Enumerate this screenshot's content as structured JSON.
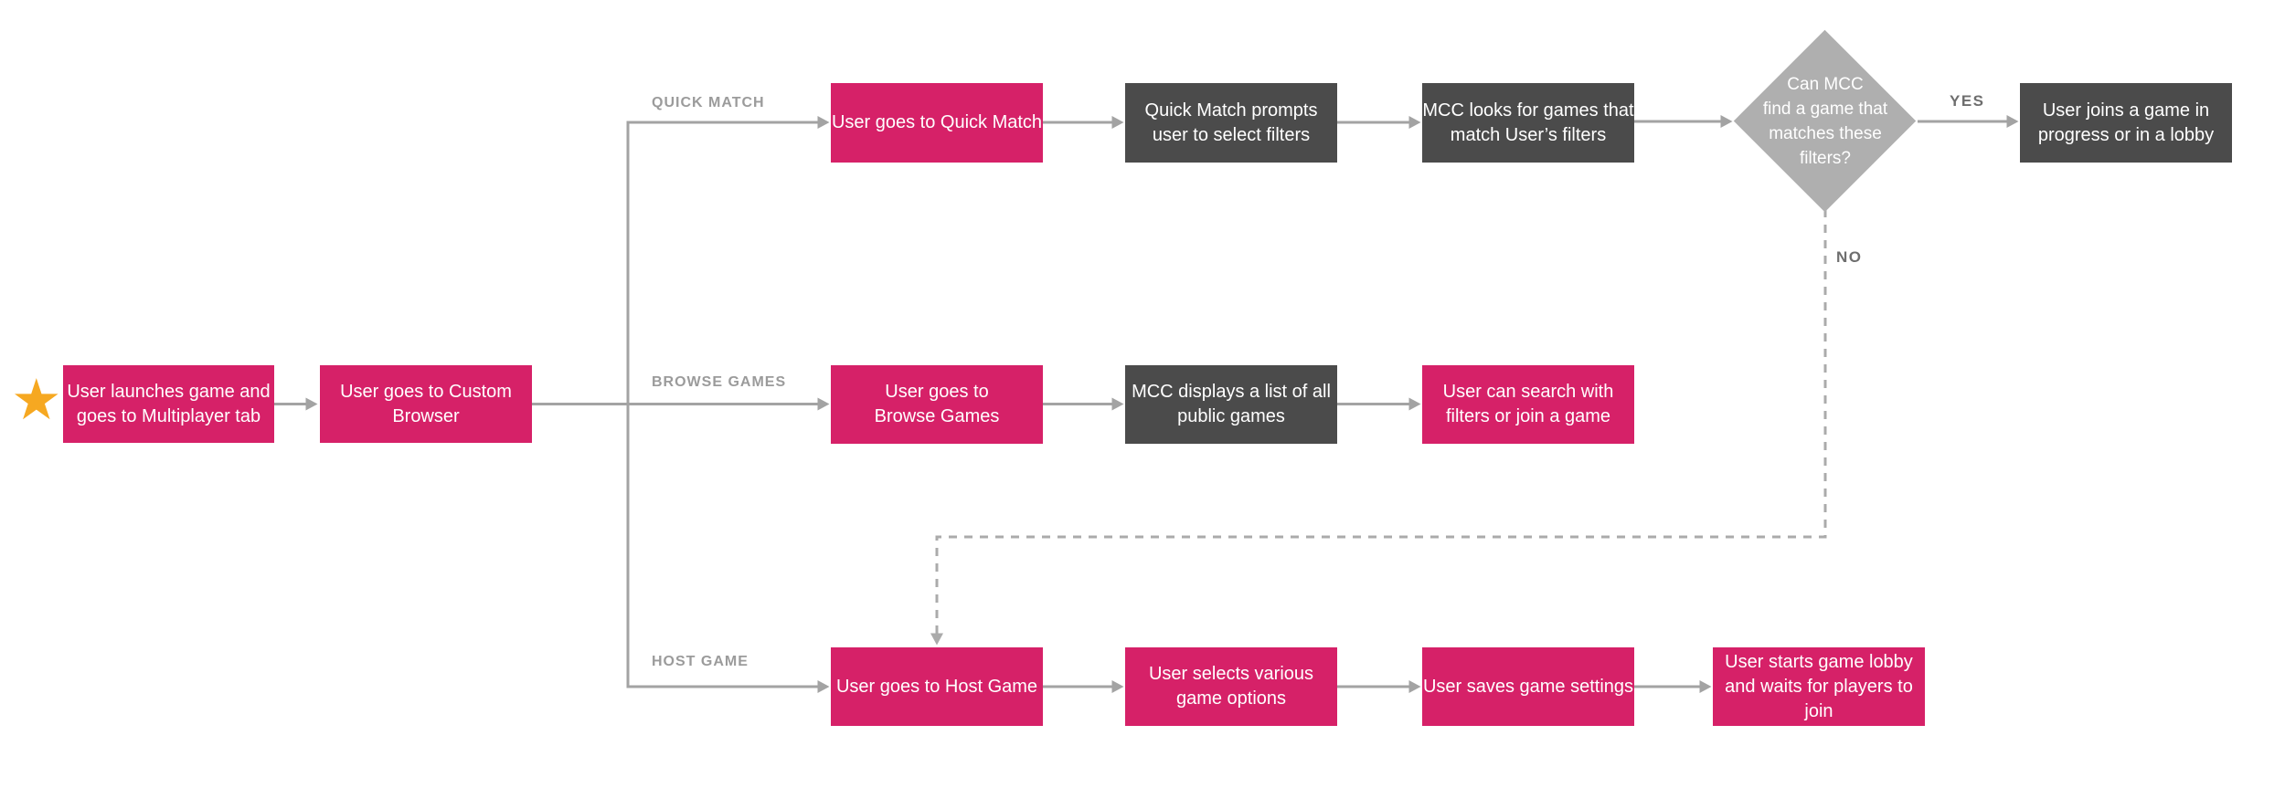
{
  "diagram": {
    "title_hidden": "",
    "palette": {
      "process_primary": "#D62168",
      "process_secondary": "#4B4B4B",
      "decision_fill": "#AFAFAF",
      "connector": "#A3A3A3",
      "connector_dashed": "#B1B1B1",
      "branch_label": "#9B9B9B",
      "edge_label": "#6E6E6E",
      "node_text": "#FFFFFF",
      "star": "#F6A821",
      "background": "#FFFFFF"
    },
    "start_marker": {
      "icon": "star-icon",
      "glyph": "★"
    },
    "branches": [
      {
        "label": "QUICK MATCH"
      },
      {
        "label": "BROWSE GAMES"
      },
      {
        "label": "HOST GAME"
      }
    ],
    "edge_labels": {
      "yes": "YES",
      "no": "NO"
    },
    "nodes": {
      "launch": {
        "type": "process-pink",
        "lines": [
          "User launches game and",
          "goes to Multiplayer tab"
        ]
      },
      "custom_browser": {
        "type": "process-pink",
        "lines": [
          "User goes to Custom",
          "Browser"
        ]
      },
      "quick_match": {
        "type": "process-pink",
        "lines": [
          "User goes to Quick Match"
        ]
      },
      "qm_prompts": {
        "type": "process-dark",
        "lines": [
          "Quick Match prompts",
          "user to select filters"
        ]
      },
      "mcc_looks": {
        "type": "process-dark",
        "lines": [
          "MCC looks for games that",
          "match User’s filters"
        ]
      },
      "decision": {
        "type": "decision",
        "lines": [
          "Can MCC",
          "find a game that",
          "matches these",
          "filters?"
        ]
      },
      "user_joins": {
        "type": "process-dark",
        "lines": [
          "User joins a game in",
          "progress or in a lobby"
        ]
      },
      "browse_games": {
        "type": "process-pink",
        "lines": [
          "User goes to",
          "Browse Games"
        ]
      },
      "mcc_displays": {
        "type": "process-dark",
        "lines": [
          "MCC displays a list of all",
          "public games"
        ]
      },
      "user_search": {
        "type": "process-pink",
        "lines": [
          "User can search with",
          "filters or join a game"
        ]
      },
      "host_game": {
        "type": "process-pink",
        "lines": [
          "User goes to Host Game"
        ]
      },
      "selects_options": {
        "type": "process-pink",
        "lines": [
          "User selects various",
          "game options"
        ]
      },
      "saves_settings": {
        "type": "process-pink",
        "lines": [
          "User saves game settings"
        ]
      },
      "starts_lobby": {
        "type": "process-pink",
        "lines": [
          "User starts game lobby",
          "and waits for players to",
          "join"
        ]
      }
    }
  }
}
